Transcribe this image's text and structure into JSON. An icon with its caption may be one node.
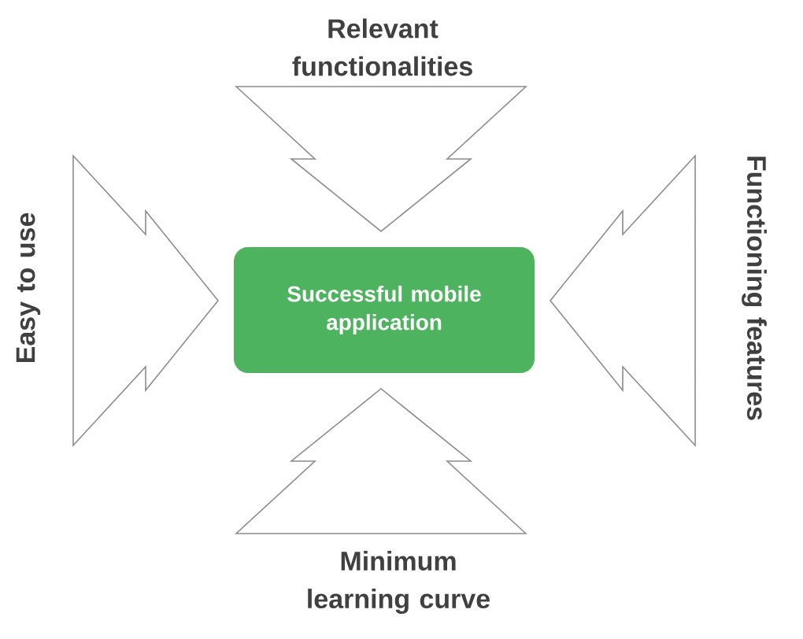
{
  "diagram": {
    "nodes": [
      {
        "text": [
          "Relevant functionalities"
        ]
      },
      {
        "text": [
          "Easy to use"
        ]
      },
      {
        "text": [
          "Successful mobile application"
        ]
      },
      {
        "text": [
          "Functioning features"
        ]
      },
      {
        "text": [
          "Minimum learning curve"
        ]
      }
    ],
    "edges": [
      {
        "from": 0,
        "to": 2,
        "arrow": "to"
      },
      {
        "from": 1,
        "to": 2,
        "arrow": "to"
      },
      {
        "from": 3,
        "to": 2,
        "arrow": "to"
      },
      {
        "from": 4,
        "to": 2,
        "arrow": "to"
      }
    ]
  }
}
